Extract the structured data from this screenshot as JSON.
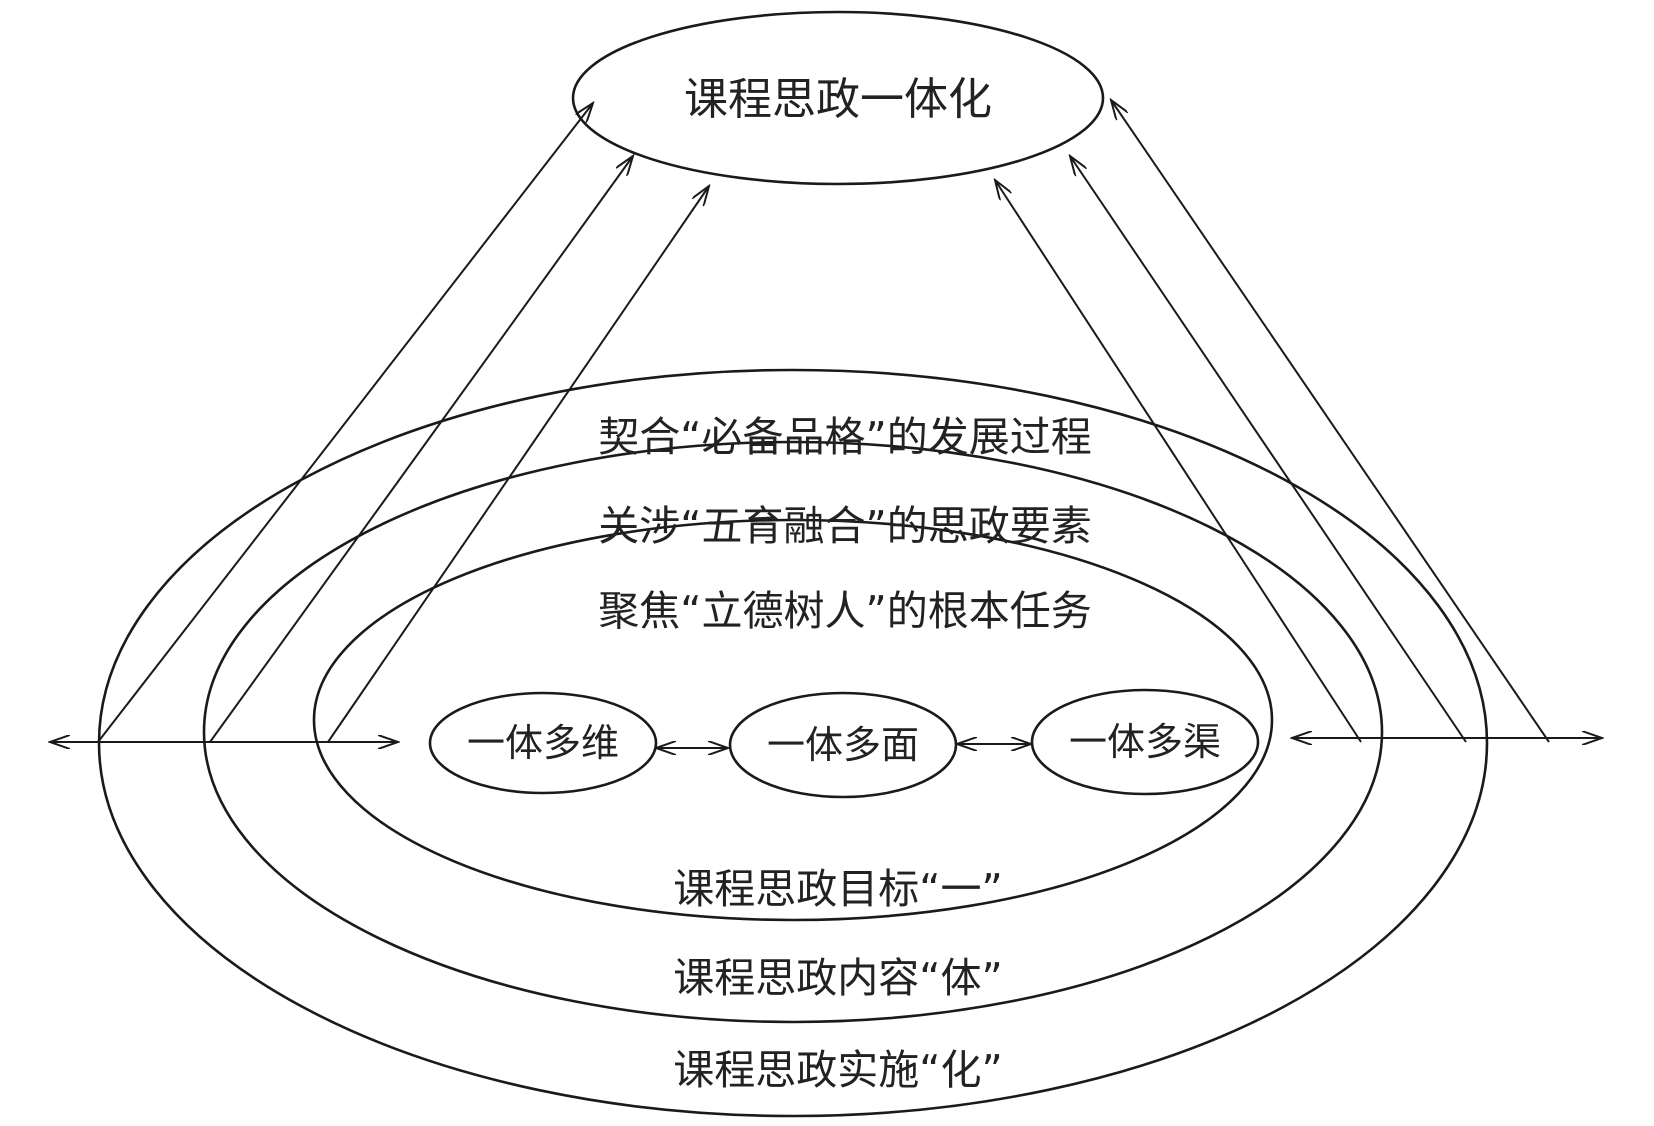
{
  "top_node": {
    "label": "课程思政一体化"
  },
  "bands": [
    {
      "label": "契合“必备品格”的发展过程"
    },
    {
      "label": "关涉“五育融合”的思政要素"
    },
    {
      "label": "聚焦“立德树人”的根本任务"
    }
  ],
  "core_nodes": [
    {
      "label": "一体多维"
    },
    {
      "label": "一体多面"
    },
    {
      "label": "一体多渠"
    }
  ],
  "bottom_labels": [
    {
      "label": "课程思政目标“一”"
    },
    {
      "label": "课程思政内容“体”"
    },
    {
      "label": "课程思政实施“化”"
    }
  ]
}
